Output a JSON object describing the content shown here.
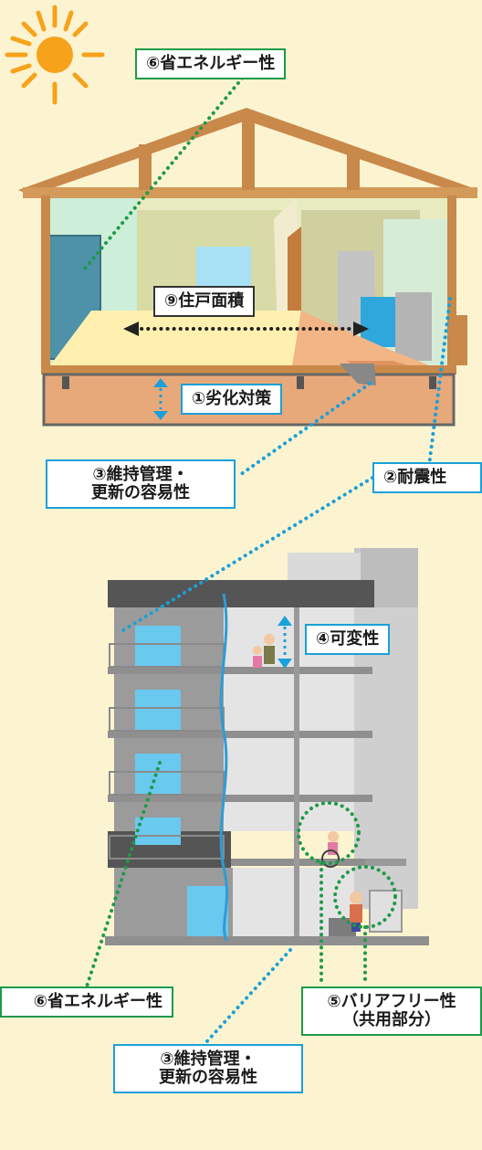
{
  "labels": {
    "energy_house": "⑥省エネルギー性",
    "floor_area": "⑨住戸面積",
    "deterioration": "①劣化対策",
    "maintenance_house_l1": "③維持管理・",
    "maintenance_house_l2": "更新の容易性",
    "seismic": "②耐震性",
    "variability": "④可変性",
    "energy_apartment": "⑥省エネルギー性",
    "barrier_free_l1": "⑤バリアフリー性",
    "barrier_free_l2": "（共用部分）",
    "maintenance_apartment_l1": "③維持管理・",
    "maintenance_apartment_l2": "更新の容易性"
  },
  "icons": [
    "sun-icon",
    "house-illustration",
    "apartment-illustration",
    "family-icon",
    "wheelchair-person-icon",
    "elderly-person-icon"
  ],
  "colors": {
    "background": "#fcf4d0",
    "green": "#1e9a4a",
    "blue": "#1aa0da",
    "sun": "#f7a21b"
  }
}
